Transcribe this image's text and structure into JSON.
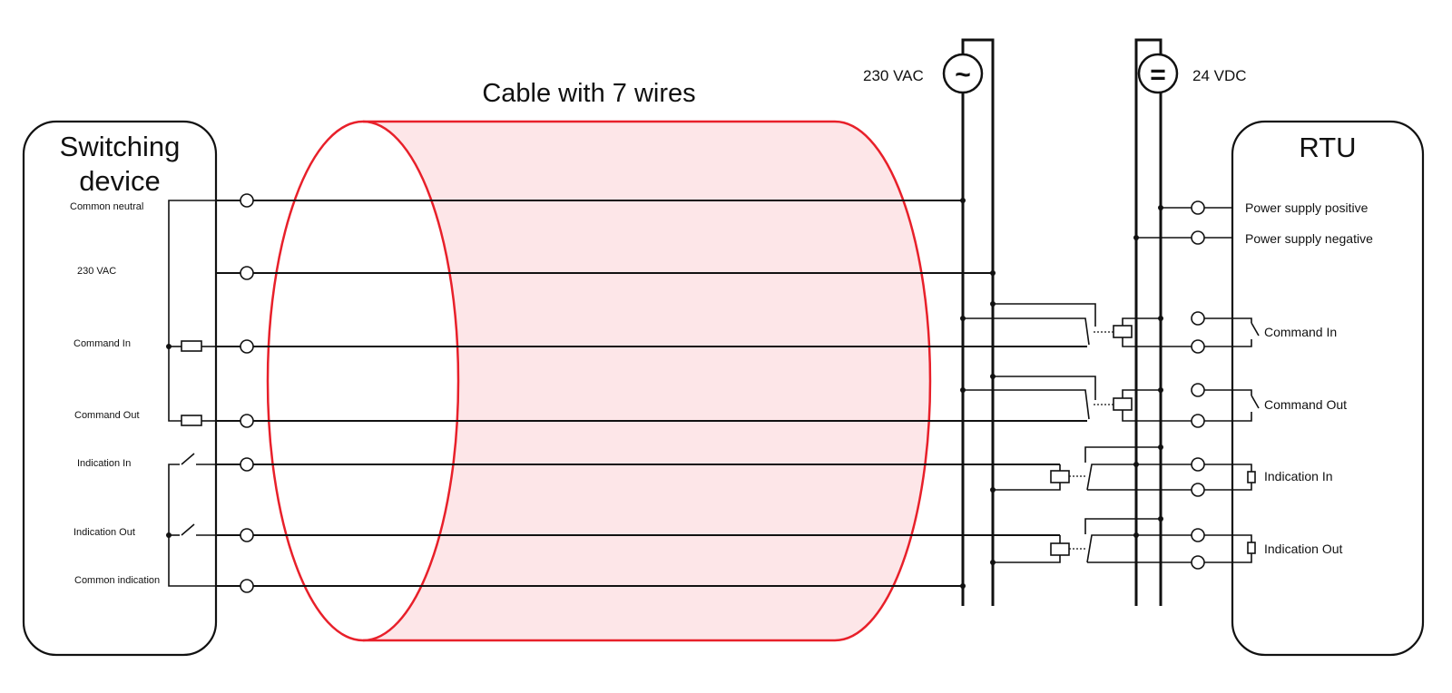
{
  "switching_device": {
    "title_line1": "Switching",
    "title_line2": "device",
    "ports": [
      "Common neutral",
      "230 VAC",
      "Command In",
      "Command Out",
      "Indication In",
      "Indication Out",
      "Common indication"
    ]
  },
  "cable": {
    "label": "Cable with 7 wires",
    "fill_color": "#fde6e8",
    "stroke_color": "#e8202a"
  },
  "supplies": {
    "ac": {
      "label": "230 VAC",
      "symbol": "~",
      "icon": "ac-source-icon"
    },
    "dc": {
      "label": "24 VDC",
      "symbol": "=",
      "icon": "dc-source-icon"
    }
  },
  "rtu": {
    "title": "RTU",
    "ports": [
      "Power supply positive",
      "Power supply negative",
      "Command In",
      "Command Out",
      "Indication In",
      "Indication Out"
    ]
  },
  "colors": {
    "wire": "#111111",
    "background": "#ffffff"
  }
}
